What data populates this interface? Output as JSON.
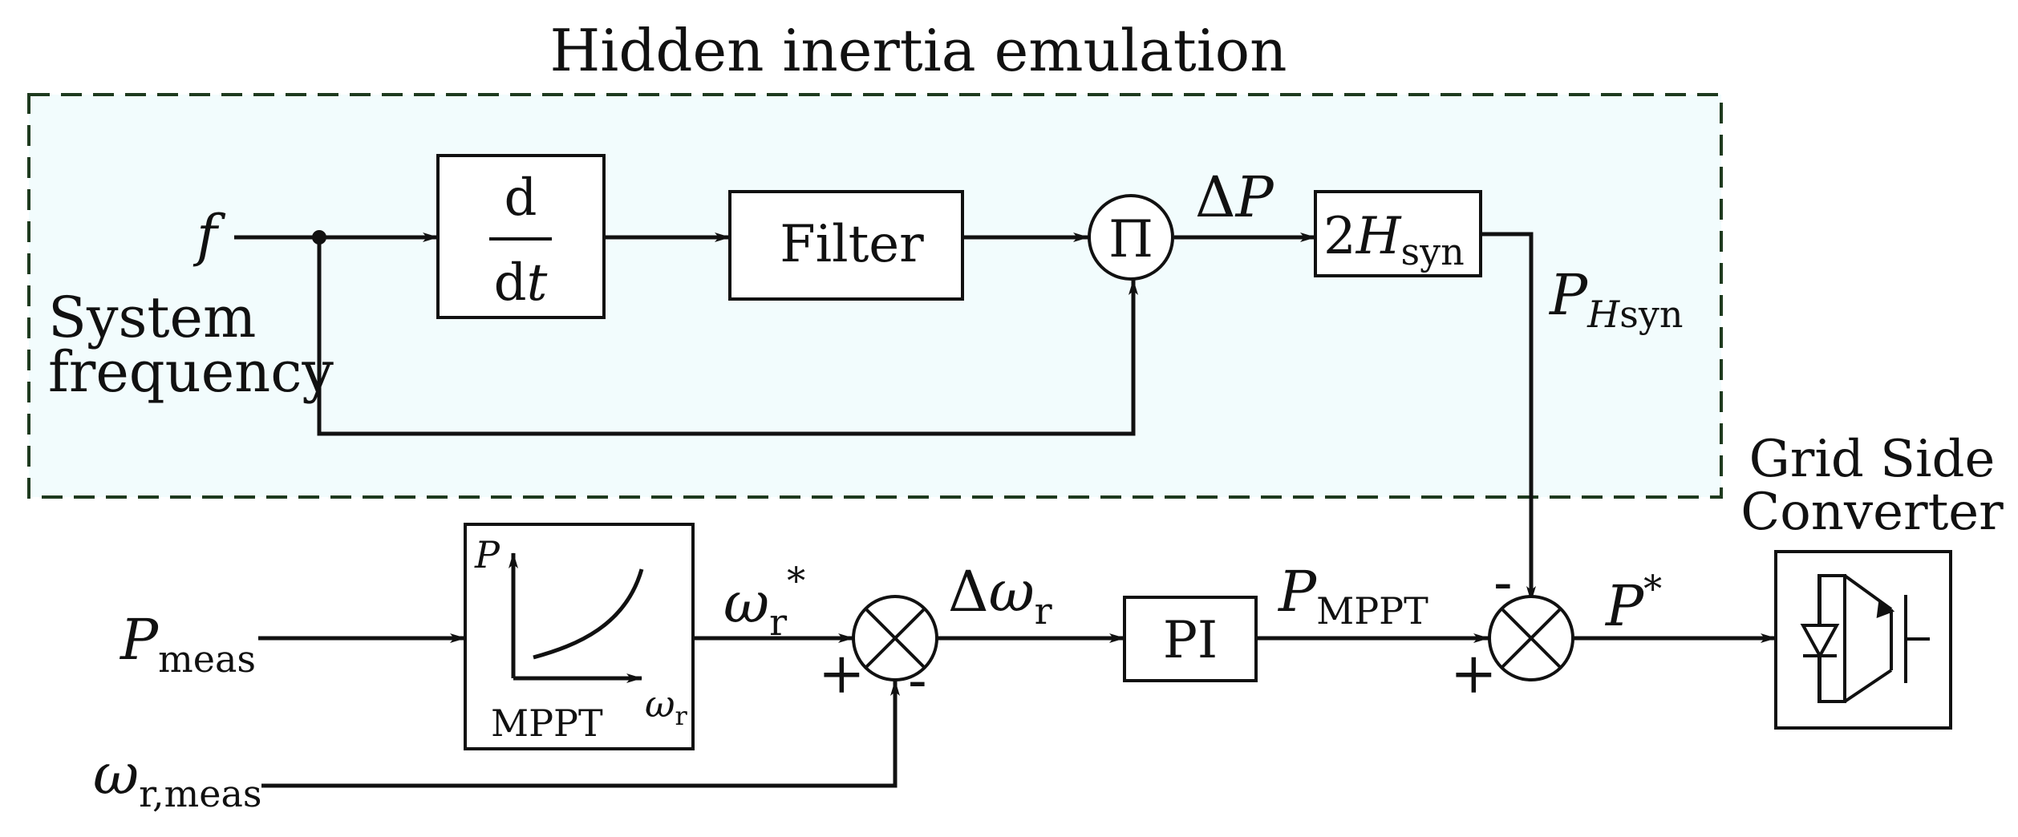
{
  "title": "Hidden inertia emulation",
  "colors": {
    "region_fill": "#f2fcfd",
    "region_border": "#1e3a1e",
    "line": "#111111"
  },
  "inputs": {
    "f": "f",
    "system_frequency": [
      "System",
      "frequency"
    ],
    "p_meas": {
      "main": "P",
      "sub": "meas"
    },
    "omega_r_meas": {
      "main": "ω",
      "sub": "r,meas"
    }
  },
  "blocks": {
    "derivative": {
      "numerator": "d",
      "denominator_d": "d",
      "denominator_t": "t"
    },
    "filter": "Filter",
    "product": "Π",
    "gain": {
      "prefix": "2",
      "main": "H",
      "sub": "syn"
    },
    "mppt": {
      "axis_y": "P",
      "label": "MPPT",
      "axis_x": "ω",
      "axis_x_sub": "r"
    },
    "pi": "PI"
  },
  "signals": {
    "delta_p": {
      "delta": "Δ",
      "main": "P"
    },
    "p_hsyn": {
      "main": "P",
      "sub_italic": "H",
      "sub": "syn"
    },
    "omega_r_star": {
      "main": "ω",
      "sub": "r",
      "sup": "*"
    },
    "delta_omega_r": {
      "delta": "Δ",
      "main": "ω",
      "sub": "r"
    },
    "p_mppt": {
      "main": "P",
      "sub": "MPPT"
    },
    "p_star": {
      "main": "P",
      "sup": "*"
    }
  },
  "signs": {
    "sum1_plus": "+",
    "sum1_minus": "-",
    "sum2_plus": "+",
    "sum2_minus": "-"
  },
  "converter": [
    "Grid Side",
    "Converter"
  ],
  "icons": [
    "mppt-curve-icon",
    "igbt-diode-icon",
    "summing-junction-icon"
  ]
}
